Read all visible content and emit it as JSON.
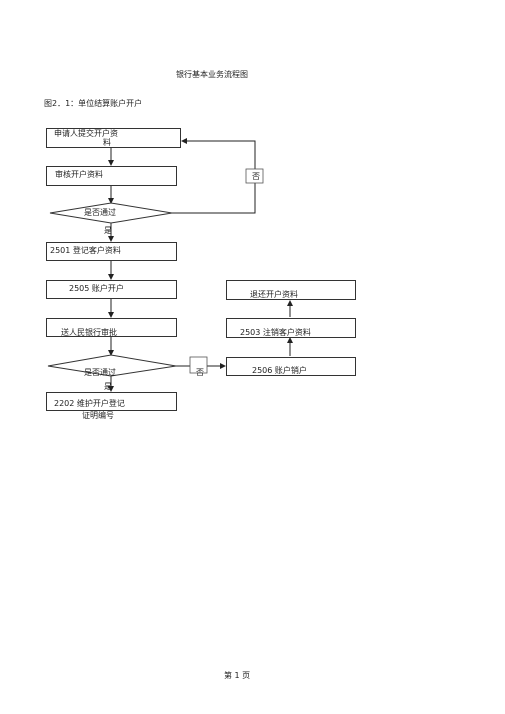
{
  "page": {
    "title": "银行基本业务流程图",
    "subtitle": "图2．1：单位结算账户开户",
    "footer": "第 1 页"
  },
  "flow": {
    "submit": {
      "line1": "申请人提交开户资",
      "line2": "料"
    },
    "review": "审核开户资料",
    "decision1": "是否通过",
    "no1": "否",
    "yes1": "是",
    "register": "2501 登记客户资料",
    "open": "2505 账户开户",
    "send_pbc": "送人民银行审批",
    "decision2": "是否通过",
    "yes2": "是",
    "no2": "否",
    "close_account": "2506 账户销户",
    "cancel_customer": "2503 注销客户资料",
    "return_docs": "退还开户资料",
    "maintain": {
      "line1": "2202 维护开户登记",
      "line2": "证明编号"
    }
  }
}
